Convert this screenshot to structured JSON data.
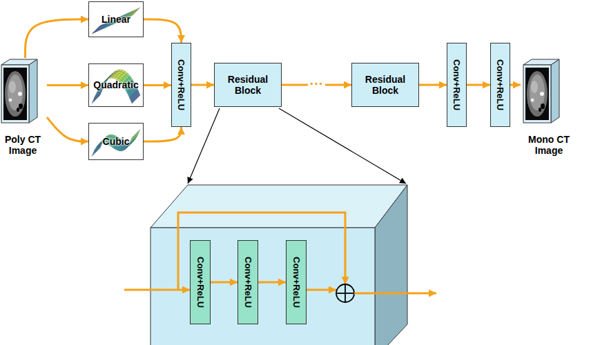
{
  "diagram": {
    "nodes": [
      {
        "text": [
          "Poly CT Image"
        ]
      },
      {
        "text": [
          "Linear"
        ]
      },
      {
        "text": [
          "Quadratic"
        ]
      },
      {
        "text": [
          "Cubic"
        ]
      },
      {
        "text": [
          "Conv+ReLU"
        ]
      },
      {
        "text": [
          "Residual Block"
        ]
      },
      {
        "text": [
          "Residual Block"
        ]
      },
      {
        "text": [
          "Conv+ReLU"
        ]
      },
      {
        "text": [
          "Conv+ReLU"
        ]
      },
      {
        "text": [
          "Mono CT Image"
        ]
      },
      {
        "text": [
          "Conv+ReLU"
        ]
      },
      {
        "text": [
          "Conv+ReLU"
        ]
      },
      {
        "text": [
          "Conv+ReLU"
        ]
      }
    ],
    "edges": [
      {
        "from": 0,
        "to": 1,
        "arrow": "to"
      },
      {
        "from": 0,
        "to": 2,
        "arrow": "to"
      },
      {
        "from": 0,
        "to": 3,
        "arrow": "to"
      },
      {
        "from": 1,
        "to": 4,
        "arrow": "to"
      },
      {
        "from": 2,
        "to": 4,
        "arrow": "to"
      },
      {
        "from": 3,
        "to": 4,
        "arrow": "to"
      },
      {
        "from": 4,
        "to": 5,
        "arrow": "to"
      },
      {
        "from": 5,
        "to": 6,
        "label": "···",
        "arrow": "to"
      },
      {
        "from": 6,
        "to": 7,
        "arrow": "to"
      },
      {
        "from": 7,
        "to": 8,
        "arrow": "to"
      },
      {
        "from": 8,
        "to": 9,
        "arrow": "to"
      },
      {
        "from": 10,
        "to": 11,
        "arrow": "to"
      },
      {
        "from": 11,
        "to": 12,
        "arrow": "to"
      }
    ]
  }
}
